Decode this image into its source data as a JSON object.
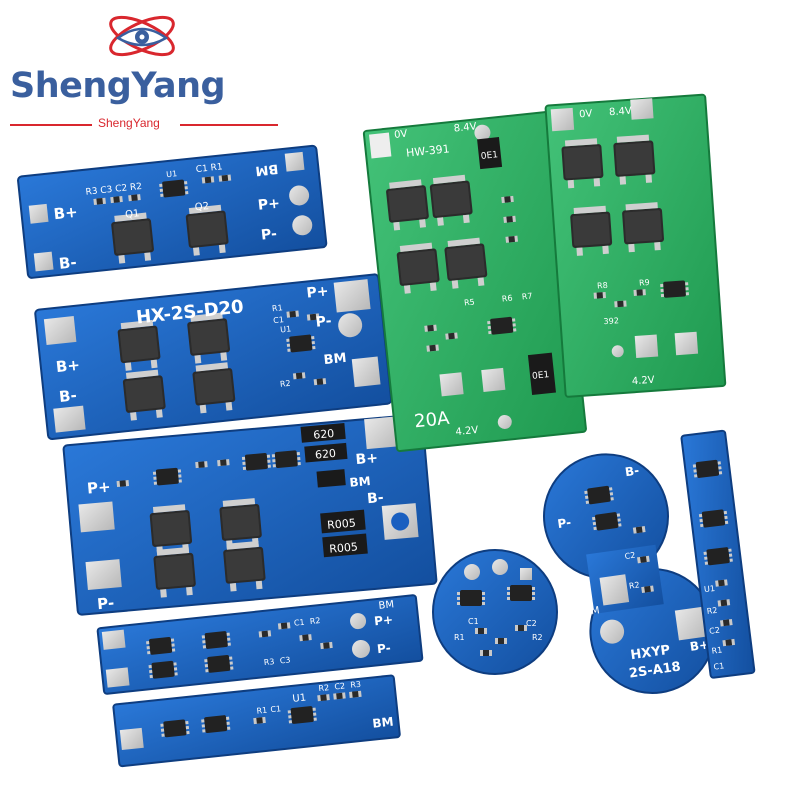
{
  "brand": {
    "name": "ShengYang",
    "subtitle": "ShengYang"
  },
  "boards": {
    "board_1": {
      "silk": [
        "B+",
        "B-",
        "P+",
        "P-",
        "BM",
        "Q1",
        "Q2",
        "R3 C3 C2 R2",
        "U1",
        "C1 R1"
      ]
    },
    "board_2": {
      "silk": [
        "HX-2S-D20",
        "B+",
        "B-",
        "P+",
        "P-",
        "BM",
        "U1",
        "R1",
        "C1",
        "R2"
      ]
    },
    "board_3": {
      "silk": [
        "P+",
        "P-",
        "B+",
        "B-",
        "BM",
        "R005",
        "R005",
        "620",
        "620"
      ]
    },
    "board_4": {
      "silk": [
        "P+",
        "P-",
        "BM",
        "R3",
        "C3",
        "C1",
        "R2"
      ]
    },
    "board_5": {
      "silk": [
        "U1",
        "R1",
        "C1",
        "R2",
        "C2",
        "R3",
        "BM"
      ]
    },
    "board_green_1": {
      "silk": [
        "HW-391",
        "8.4V",
        "0V",
        "0E1",
        "0E1",
        "20A",
        "4.2V",
        "R5",
        "R6",
        "R7"
      ]
    },
    "board_green_2": {
      "silk": [
        "8.4V",
        "0V",
        "4.2V",
        "R8",
        "R9",
        "392"
      ]
    },
    "board_round_1": {
      "silk": [
        "R1",
        "R2",
        "C1",
        "C2"
      ]
    },
    "board_round_2": {
      "silk": [
        "HXYP",
        "2S-A18",
        "B+",
        "B-",
        "P-",
        "BM",
        "C2",
        "R2"
      ]
    },
    "board_strip": {
      "silk": [
        "U1",
        "R2",
        "C2",
        "R1",
        "C1"
      ]
    }
  },
  "colors": {
    "pcb_blue": "#1a5fc0",
    "pcb_green": "#2fae62",
    "brand_blue": "#3a5f9e",
    "brand_red": "#d9272e"
  }
}
